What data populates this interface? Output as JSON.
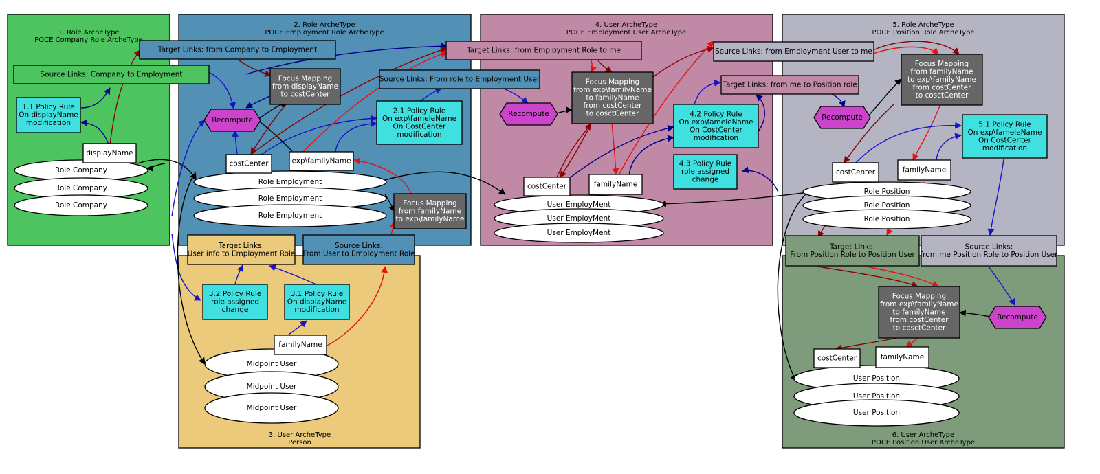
{
  "palette": {
    "green": "#4dc45f",
    "blue": "#5390b5",
    "pink": "#c08aa7",
    "grey": "#b4b4c3",
    "yellow": "#ebca7c",
    "darkgreen": "#7e9c7b",
    "focus": "#666666",
    "policy": "#40e0e0",
    "recompute": "#cc44cc"
  },
  "archetypes": [
    {
      "id": "a1",
      "line1": "1. Role ArcheType",
      "line2": "POCE Company Role ArcheType"
    },
    {
      "id": "a2",
      "line1": "2. Role ArcheType",
      "line2": "POCE Employment Role ArcheType"
    },
    {
      "id": "a3",
      "line1": "3. User ArcheType",
      "line2": "Person"
    },
    {
      "id": "a4",
      "line1": "4. User ArcheType",
      "line2": "POCE Employment User ArcheType"
    },
    {
      "id": "a5",
      "line1": "5. Role ArcheType",
      "line2": "POCE Position Role ArcheType"
    },
    {
      "id": "a6",
      "line1": "6. User ArcheType",
      "line2": "POCE Position User ArcheType"
    }
  ],
  "links": [
    {
      "id": "l1",
      "lines": [
        "Source Links: Company to Employment"
      ]
    },
    {
      "id": "l2",
      "lines": [
        "Target Links: from Company to Employment"
      ]
    },
    {
      "id": "l3",
      "lines": [
        "Source Links: From role to Employment User"
      ]
    },
    {
      "id": "l4",
      "lines": [
        "Target Links: from Employment Role to me"
      ]
    },
    {
      "id": "l5",
      "lines": [
        "Source Links: from Employment User to me"
      ]
    },
    {
      "id": "l6",
      "lines": [
        "Target Links: from me to Position role"
      ]
    },
    {
      "id": "l7",
      "lines": [
        "Target Links:",
        "User info to Employment Role"
      ]
    },
    {
      "id": "l8",
      "lines": [
        "Source Links:",
        "From User to Employment Role"
      ]
    },
    {
      "id": "l9",
      "lines": [
        "Target Links:",
        "From Position Role to Position User"
      ]
    },
    {
      "id": "l10",
      "lines": [
        "Source Links:",
        "from me Position Role to Position User"
      ]
    }
  ],
  "focus": [
    {
      "id": "f1",
      "lines": [
        "Focus Mapping",
        "from displayName",
        "to costCenter"
      ]
    },
    {
      "id": "f2",
      "lines": [
        "Focus Mapping",
        "from familyName",
        "to exp\\familyName"
      ]
    },
    {
      "id": "f3",
      "lines": [
        "Focus Mapping",
        "from exp\\familyName",
        "to familyName",
        "from costCenter",
        "to cosctCenter"
      ]
    },
    {
      "id": "f4",
      "lines": [
        "Focus Mapping",
        "from familyName",
        "to exp\\familyName",
        "from costCenter",
        "to cosctCenter"
      ]
    },
    {
      "id": "f5",
      "lines": [
        "Focus Mapping",
        "from exp\\familyName",
        "to familyName",
        "from costCenter",
        "to cosctCenter"
      ]
    }
  ],
  "policies": [
    {
      "id": "p1",
      "lines": [
        "1.1 Policy Rule",
        "On displayName",
        "modification"
      ]
    },
    {
      "id": "p2",
      "lines": [
        "2.1 Policy Rule",
        "On exp\\fameleName",
        "On CostCenter",
        "modification"
      ]
    },
    {
      "id": "p3",
      "lines": [
        "3.2 Policy Rule",
        "role assigned",
        "change"
      ]
    },
    {
      "id": "p4",
      "lines": [
        "3.1 Policy Rule",
        "On displayName",
        "modification"
      ]
    },
    {
      "id": "p5",
      "lines": [
        "4.2 Policy Rule",
        "On exp\\fameleName",
        "On CostCenter",
        "modification"
      ]
    },
    {
      "id": "p6",
      "lines": [
        "4.3 Policy Rule",
        "role assigned",
        "change"
      ]
    },
    {
      "id": "p7",
      "lines": [
        "5.1 Policy Rule",
        "On exp\\fameleName",
        "On CostCenter",
        "modification"
      ]
    }
  ],
  "recompute": [
    {
      "id": "r1",
      "label": "Recompute"
    },
    {
      "id": "r2",
      "label": "Recompute"
    },
    {
      "id": "r3",
      "label": "Recompute"
    },
    {
      "id": "r4",
      "label": "Recompute"
    }
  ],
  "stacks": [
    {
      "id": "s1",
      "label": "Role Company"
    },
    {
      "id": "s2",
      "label": "Role Employment"
    },
    {
      "id": "s3",
      "label": "Midpoint User"
    },
    {
      "id": "s4",
      "label": "User EmployMent"
    },
    {
      "id": "s5",
      "label": "Role Position"
    },
    {
      "id": "s6",
      "label": "User Position"
    }
  ],
  "attributes": [
    {
      "id": "at1",
      "label": "displayName"
    },
    {
      "id": "at2",
      "label": "costCenter"
    },
    {
      "id": "at3",
      "label": "exp\\familyName"
    },
    {
      "id": "at4",
      "label": "familyName"
    },
    {
      "id": "at5",
      "label": "costCenter"
    },
    {
      "id": "at6",
      "label": "familyName"
    },
    {
      "id": "at7",
      "label": "costCenter"
    },
    {
      "id": "at8",
      "label": "familyName"
    },
    {
      "id": "at9",
      "label": "costCenter"
    },
    {
      "id": "at10",
      "label": "familyName"
    }
  ]
}
